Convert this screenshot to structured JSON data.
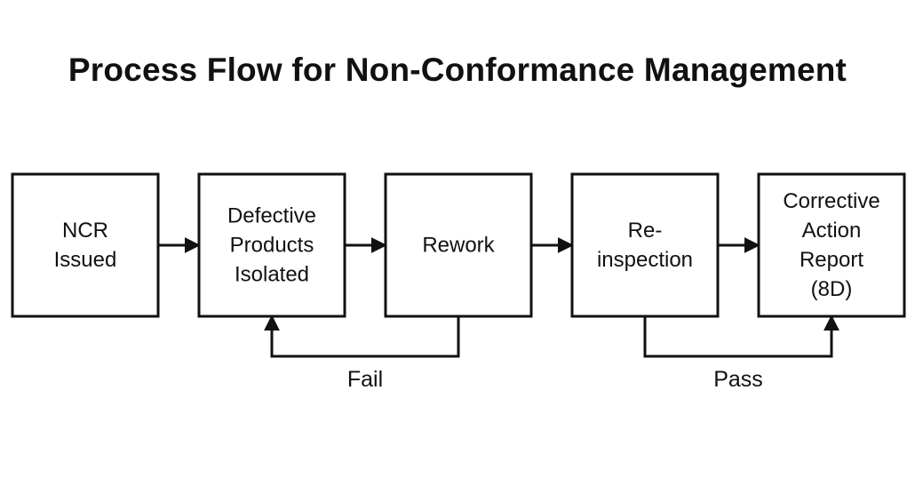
{
  "title": "Process Flow for Non-Conformance Management",
  "colors": {
    "stroke": "#111111",
    "background": "#ffffff",
    "text": "#111111"
  },
  "nodes": [
    {
      "id": "ncr",
      "lines": [
        "NCR",
        "Issued"
      ]
    },
    {
      "id": "isolated",
      "lines": [
        "Defective",
        "Products",
        "Isolated"
      ]
    },
    {
      "id": "rework",
      "lines": [
        "Rework"
      ]
    },
    {
      "id": "reinspection",
      "lines": [
        "Re-",
        "inspection"
      ]
    },
    {
      "id": "car",
      "lines": [
        "Corrective",
        "Action",
        "Report",
        "(8D)"
      ]
    }
  ],
  "edges": [
    {
      "from": "ncr",
      "to": "isolated",
      "label": ""
    },
    {
      "from": "isolated",
      "to": "rework",
      "label": ""
    },
    {
      "from": "rework",
      "to": "reinspection",
      "label": ""
    },
    {
      "from": "reinspection",
      "to": "car",
      "label": ""
    },
    {
      "from": "rework",
      "to": "isolated",
      "label": "Fail"
    },
    {
      "from": "reinspection",
      "to": "car",
      "label": "Pass"
    }
  ]
}
